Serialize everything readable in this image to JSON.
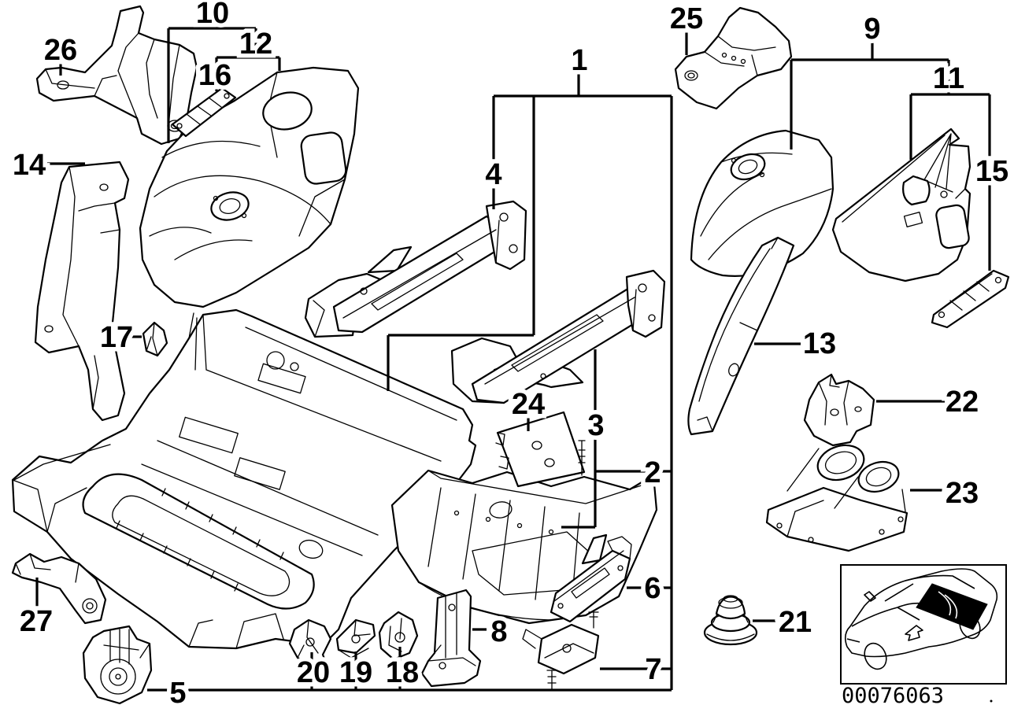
{
  "diagram": {
    "type": "exploded-parts-diagram",
    "colors": {
      "line": "#000000",
      "background": "#ffffff"
    },
    "labels": [
      {
        "id": 1,
        "text": "1"
      },
      {
        "id": 2,
        "text": "2"
      },
      {
        "id": 3,
        "text": "3"
      },
      {
        "id": 4,
        "text": "4"
      },
      {
        "id": 5,
        "text": "5"
      },
      {
        "id": 6,
        "text": "6"
      },
      {
        "id": 7,
        "text": "7"
      },
      {
        "id": 8,
        "text": "8"
      },
      {
        "id": 9,
        "text": "9"
      },
      {
        "id": 10,
        "text": "10"
      },
      {
        "id": 11,
        "text": "11"
      },
      {
        "id": 12,
        "text": "12"
      },
      {
        "id": 13,
        "text": "13"
      },
      {
        "id": 14,
        "text": "14"
      },
      {
        "id": 15,
        "text": "15"
      },
      {
        "id": 16,
        "text": "16"
      },
      {
        "id": 17,
        "text": "17"
      },
      {
        "id": 18,
        "text": "18"
      },
      {
        "id": 19,
        "text": "19"
      },
      {
        "id": 20,
        "text": "20"
      },
      {
        "id": 21,
        "text": "21"
      },
      {
        "id": 22,
        "text": "22"
      },
      {
        "id": 23,
        "text": "23"
      },
      {
        "id": 24,
        "text": "24"
      },
      {
        "id": 25,
        "text": "25"
      },
      {
        "id": 26,
        "text": "26"
      },
      {
        "id": 27,
        "text": "27"
      }
    ],
    "inset": {
      "drawing_number": "00076063"
    }
  }
}
